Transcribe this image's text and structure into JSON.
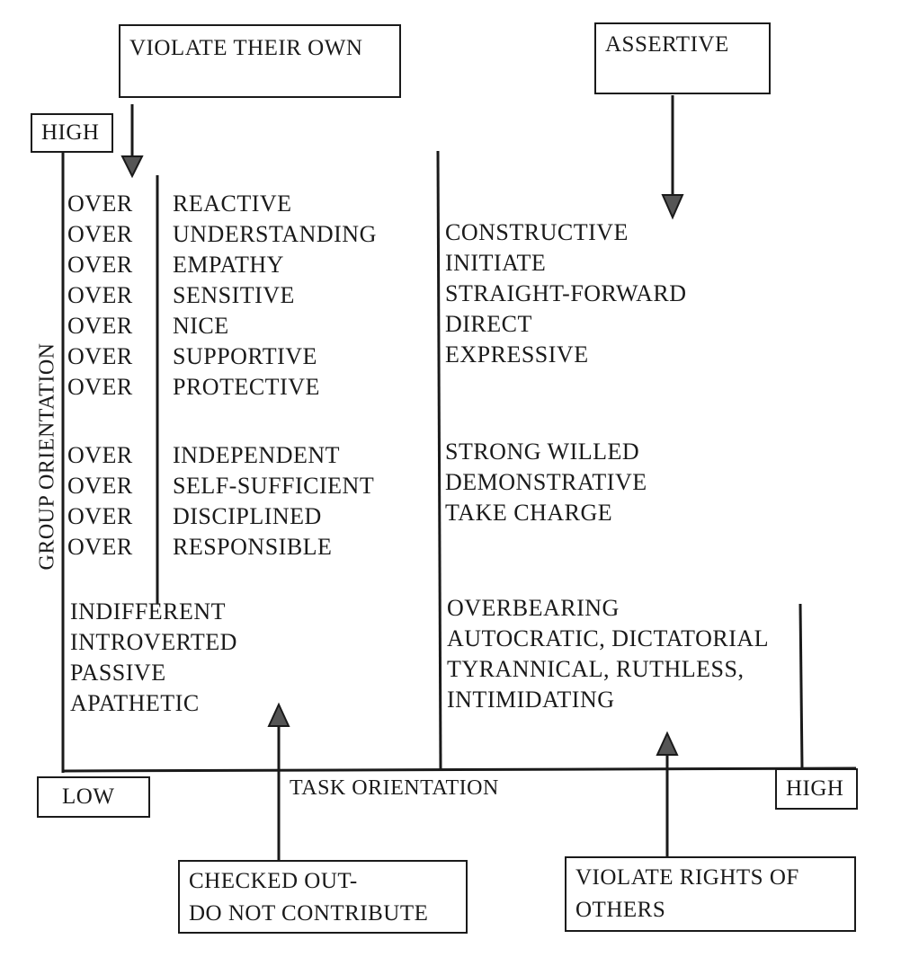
{
  "boxes": {
    "violate_their_own": "VIOLATE THEIR OWN",
    "assertive": "ASSERTIVE",
    "high_y": "HIGH",
    "low_x": "LOW",
    "high_x": "HIGH",
    "checked_out_line1": "CHECKED OUT-",
    "checked_out_line2": "DO NOT CONTRIBUTE",
    "violate_rights_line1": "VIOLATE RIGHTS OF",
    "violate_rights_line2": "OTHERS"
  },
  "axes": {
    "y_label": "GROUP ORIENTATION",
    "x_label": "TASK ORIENTATION"
  },
  "left_column": {
    "prefix": "OVER",
    "group1": [
      "REACTIVE",
      "UNDERSTANDING",
      "EMPATHY",
      "SENSITIVE",
      "NICE",
      "SUPPORTIVE",
      "PROTECTIVE"
    ],
    "group2": [
      "INDEPENDENT",
      "SELF-SUFFICIENT",
      "DISCIPLINED",
      "RESPONSIBLE"
    ],
    "bottom": [
      "INDIFFERENT",
      "INTROVERTED",
      "PASSIVE",
      "APATHETIC"
    ]
  },
  "right_column": {
    "group1": [
      "CONSTRUCTIVE",
      "INITIATE",
      "STRAIGHT-FORWARD",
      "DIRECT",
      "EXPRESSIVE"
    ],
    "group2": [
      "STRONG WILLED",
      "DEMONSTRATIVE",
      "TAKE CHARGE"
    ],
    "bottom": [
      "OVERBEARING",
      "AUTOCRATIC, DICTATORIAL",
      "TYRANNICAL, RUTHLESS,",
      "INTIMIDATING"
    ]
  }
}
